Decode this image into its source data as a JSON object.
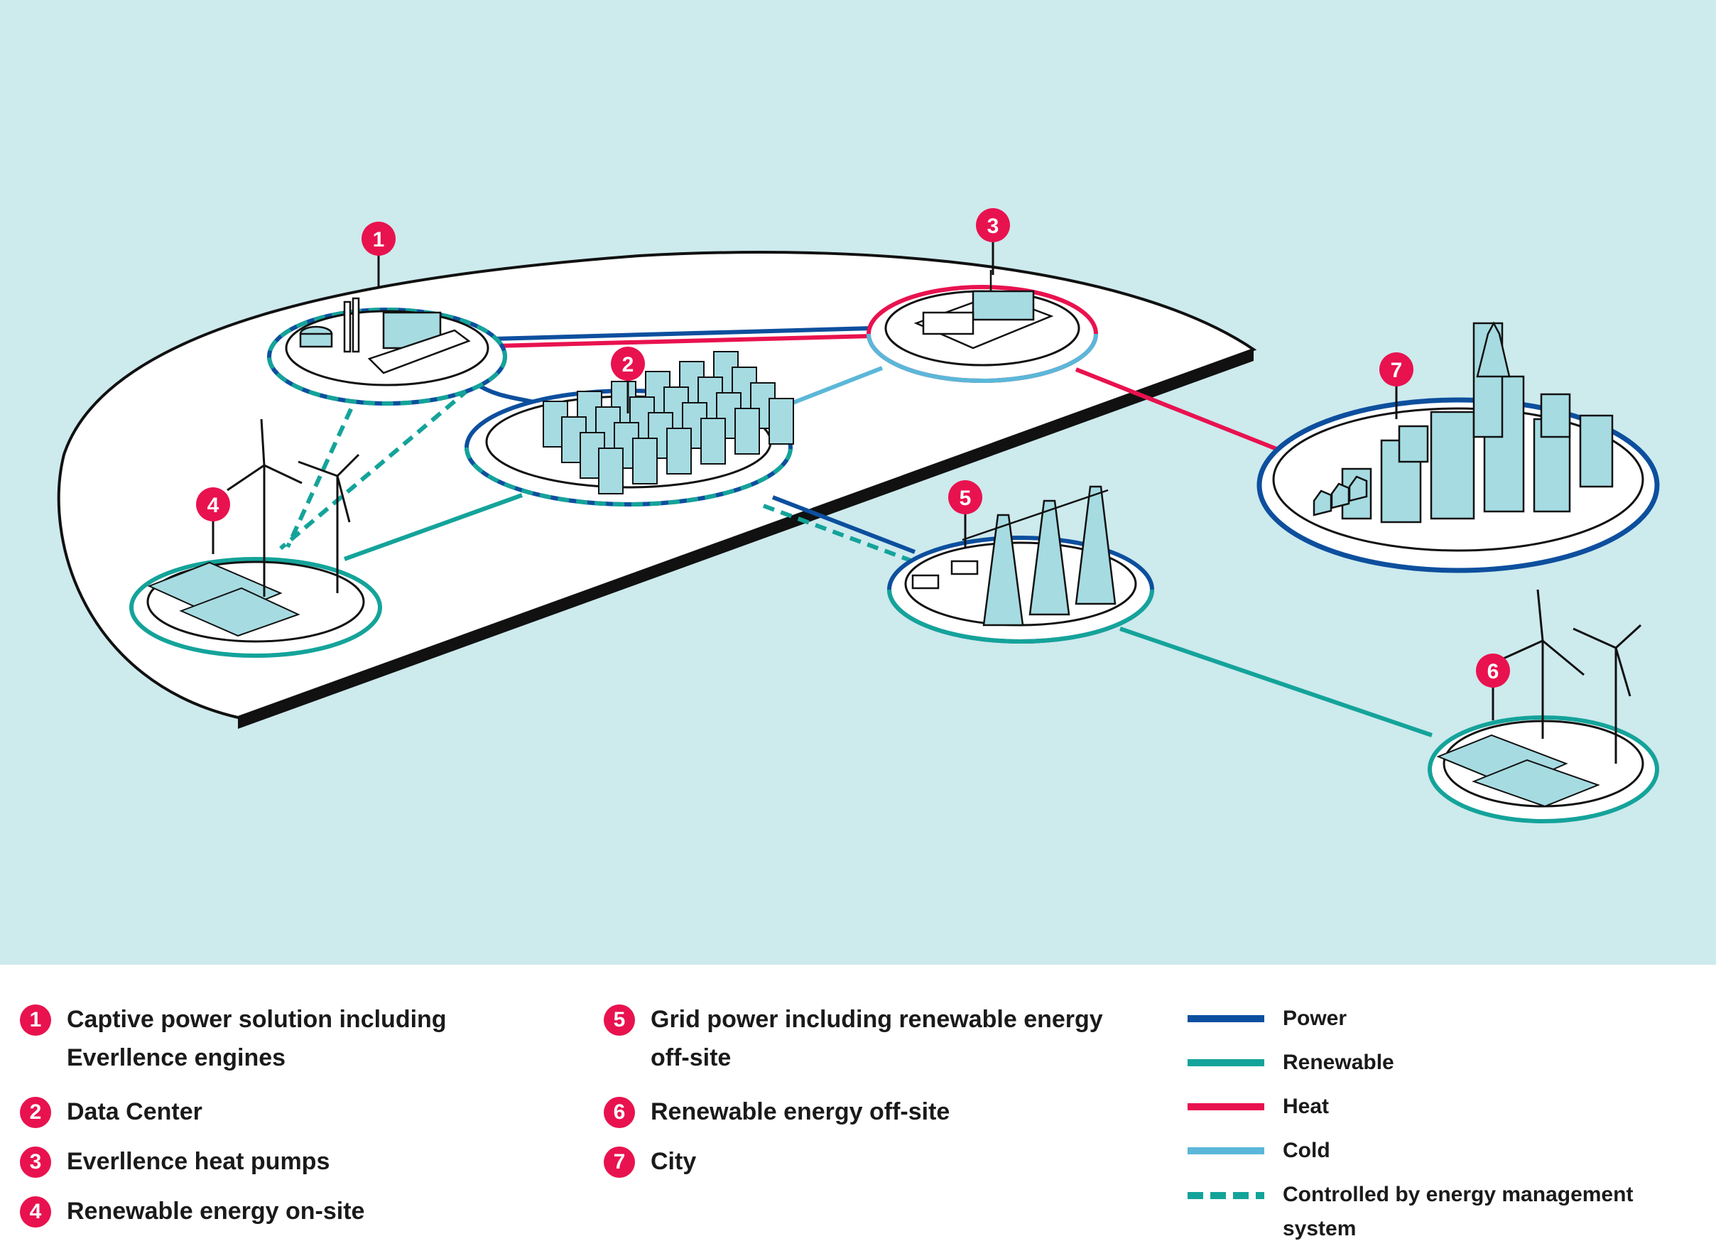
{
  "colors": {
    "sea": "#cdeaed",
    "platform": "#ffffff",
    "outline": "#111111",
    "power": "#0d4f9e",
    "renewable": "#14a39a",
    "heat": "#e8124f",
    "cold": "#5bb7d9",
    "building": "#a6dbe2",
    "badge": "#e8124f"
  },
  "markers": [
    {
      "num": "1",
      "name": "captive-power"
    },
    {
      "num": "2",
      "name": "data-center"
    },
    {
      "num": "3",
      "name": "heat-pumps"
    },
    {
      "num": "4",
      "name": "renewable-onsite"
    },
    {
      "num": "5",
      "name": "grid-power"
    },
    {
      "num": "6",
      "name": "renewable-offsite"
    },
    {
      "num": "7",
      "name": "city"
    }
  ],
  "legend": {
    "items": [
      {
        "num": "1",
        "text": "Captive power solution including",
        "text2": "Everllence engines"
      },
      {
        "num": "2",
        "text": "Data Center"
      },
      {
        "num": "3",
        "text": "Everllence heat pumps"
      },
      {
        "num": "4",
        "text": "Renewable energy on-site"
      },
      {
        "num": "5",
        "text": "Grid power including renewable energy",
        "text2": "off-site"
      },
      {
        "num": "6",
        "text": "Renewable energy off-site"
      },
      {
        "num": "7",
        "text": "City"
      }
    ],
    "keys": [
      {
        "label": "Power",
        "color": "#0d4f9e",
        "style": "solid"
      },
      {
        "label": "Renewable",
        "color": "#14a39a",
        "style": "solid"
      },
      {
        "label": "Heat",
        "color": "#e8124f",
        "style": "solid"
      },
      {
        "label": "Cold",
        "color": "#5bb7d9",
        "style": "solid"
      },
      {
        "label": "Controlled by energy management",
        "label2": "system",
        "color": "#14a39a",
        "style": "dashed"
      }
    ]
  }
}
